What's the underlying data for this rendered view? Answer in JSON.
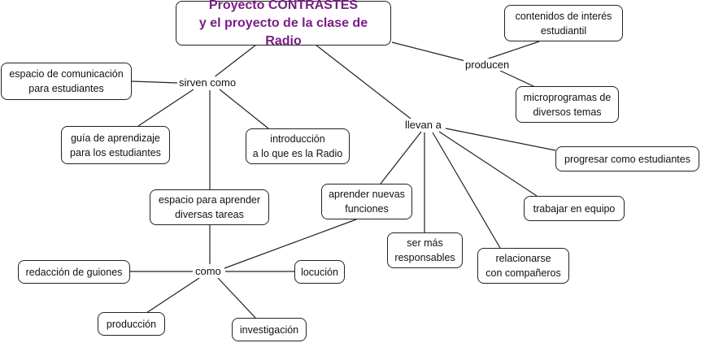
{
  "title": "Proyecto CONTRASTES\ny el proyecto de la clase de Radio",
  "title_color": "#7a1d86",
  "concepts": {
    "contenidos": "contenidos de interés\nestudiantil",
    "microprogramas": "microprogramas de\ndiversos temas",
    "espacio_comunicacion": "espacio de comunicación\npara estudiantes",
    "guia": "guía de aprendizaje\npara los estudiantes",
    "introduccion": "introducción\na lo que es la Radio",
    "espacio_aprender": "espacio para aprender\ndiversas tareas",
    "aprender_funciones": "aprender nuevas\nfunciones",
    "progresar": "progresar como estudiantes",
    "trabajar": "trabajar en equipo",
    "responsables": "ser más\nresponsables",
    "relacionarse": "relacionarse\ncon compañeros",
    "redaccion": "redacción de guiones",
    "locucion": "locución",
    "produccion": "producción",
    "investigacion": "investigación"
  },
  "linking_words": {
    "producen": "producen",
    "sirven_como": "sirven como",
    "llevan_a": "llevan a",
    "como": "como"
  }
}
